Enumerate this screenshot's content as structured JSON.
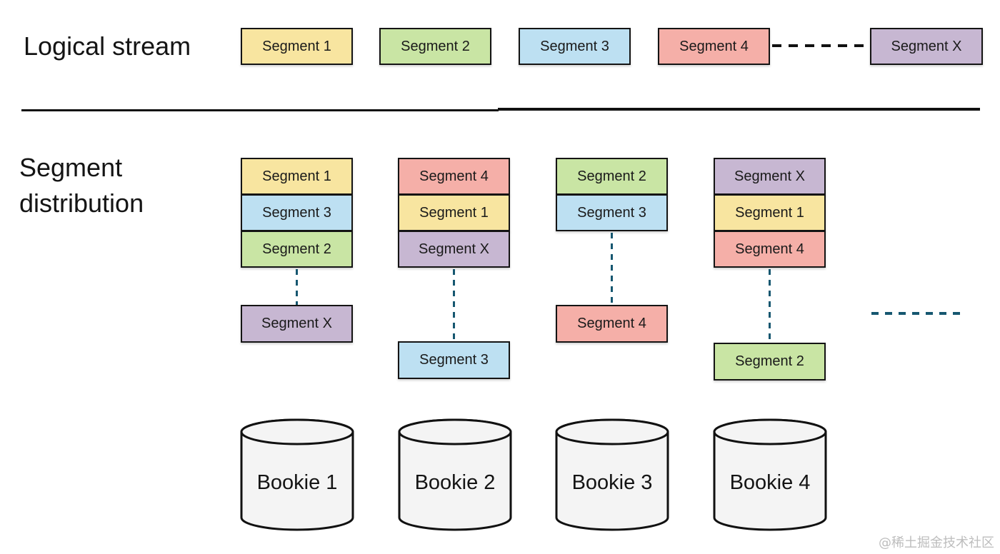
{
  "header": {
    "logical_stream_label": "Logical stream",
    "segment_distribution_label": "Segment distribution"
  },
  "colors": {
    "yellow": "#F8E5A0",
    "green": "#C9E5A4",
    "blue": "#BDE0F2",
    "red": "#F5AFA8",
    "purple": "#C7B7D2",
    "teal": "#165770",
    "ink": "#111111",
    "cylinder_fill": "#F4F4F4",
    "watermark_gray": "#BDBDBD"
  },
  "logical_stream": {
    "segments": [
      {
        "label": "Segment 1",
        "color": "yellow"
      },
      {
        "label": "Segment 2",
        "color": "green"
      },
      {
        "label": "Segment 3",
        "color": "blue"
      },
      {
        "label": "Segment 4",
        "color": "red"
      },
      {
        "label": "Segment X",
        "color": "purple"
      }
    ]
  },
  "distribution": {
    "columns": [
      {
        "bookie_label": "Bookie 1",
        "stack": [
          {
            "label": "Segment 1",
            "color": "yellow"
          },
          {
            "label": "Segment 3",
            "color": "blue"
          },
          {
            "label": "Segment 2",
            "color": "green"
          }
        ],
        "detached": {
          "label": "Segment X",
          "color": "purple"
        }
      },
      {
        "bookie_label": "Bookie 2",
        "stack": [
          {
            "label": "Segment 4",
            "color": "red"
          },
          {
            "label": "Segment 1",
            "color": "yellow"
          },
          {
            "label": "Segment X",
            "color": "purple"
          }
        ],
        "detached": {
          "label": "Segment 3",
          "color": "blue"
        }
      },
      {
        "bookie_label": "Bookie 3",
        "stack": [
          {
            "label": "Segment 2",
            "color": "green"
          },
          {
            "label": "Segment 3",
            "color": "blue"
          }
        ],
        "detached": {
          "label": "Segment 4",
          "color": "red"
        }
      },
      {
        "bookie_label": "Bookie 4",
        "stack": [
          {
            "label": "Segment X",
            "color": "purple"
          },
          {
            "label": "Segment 1",
            "color": "yellow"
          },
          {
            "label": "Segment 4",
            "color": "red"
          }
        ],
        "detached": {
          "label": "Segment 2",
          "color": "green"
        }
      }
    ]
  },
  "watermark": "@稀土掘金技术社区"
}
